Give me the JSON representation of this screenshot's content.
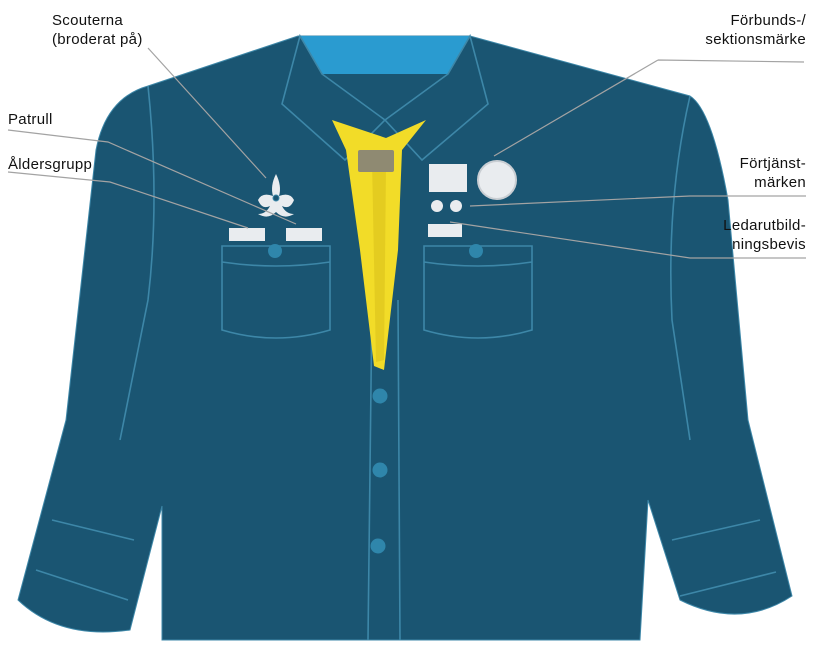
{
  "colors": {
    "shirt": "#1a5572",
    "shirt_shadow": "#174c66",
    "seam": "#3d87a8",
    "collar_inner": "#2a9bd0",
    "scarf": "#f2dc28",
    "scarf_shadow": "#d9c01a",
    "woggle": "#8f8a72",
    "badge": "#e9ecef",
    "button": "#2f86ab",
    "leader_line": "#a3a3a3"
  },
  "labels": {
    "scouterna": [
      "Scouterna",
      "(broderat på)"
    ],
    "patrull": [
      "Patrull"
    ],
    "aldersgrupp": [
      "Åldersgrupp"
    ],
    "forbunds": [
      "Förbunds-/",
      "sektionsmärke"
    ],
    "fortjanst": [
      "Förtjänst-",
      "märken"
    ],
    "ledarutbildning": [
      "Ledarutbild-",
      "ningsbevis"
    ]
  },
  "icons": {
    "emblem": "fleur-de-lis-icon"
  }
}
